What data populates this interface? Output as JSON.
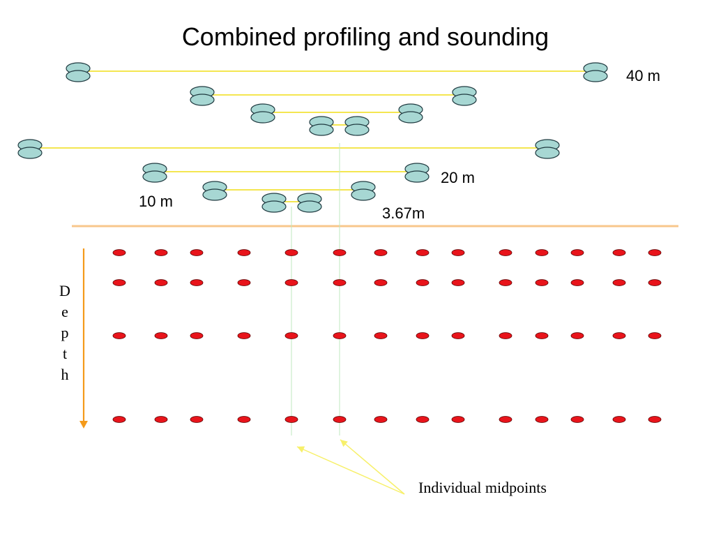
{
  "title": "Combined profiling and sounding",
  "spacing_labels": {
    "label_40m": "40 m",
    "label_20m": "20 m",
    "label_10m": "10 m",
    "label_367m": "3.67m"
  },
  "depth_label": "Depth",
  "annotation": "Individual midpoints",
  "colors": {
    "electrode_fill": "#a7d7d3",
    "electrode_stroke": "#1f3a40",
    "cable": "#f4e651",
    "ground_surface": "#f8c78c",
    "datum_point": "#e8141b",
    "depth_arrow": "#f49a1a",
    "midpoint_guide": "#bfe8bf",
    "annotation_arrow": "#f7f06a"
  }
}
